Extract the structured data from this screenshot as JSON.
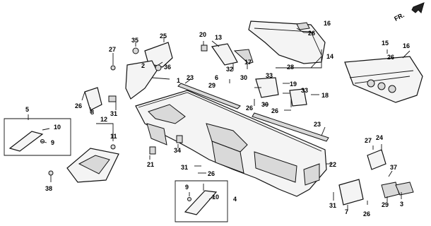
{
  "direction_indicator": "FR.",
  "callouts": {
    "c1": "1",
    "c2": "2",
    "c3": "3",
    "c4": "4",
    "c5": "5",
    "c6": "6",
    "c7": "7",
    "c8": "8",
    "c9": "9",
    "c10": "10",
    "c11": "11",
    "c12": "12",
    "c13": "13",
    "c14": "14",
    "c15": "15",
    "c16": "16",
    "c17": "17",
    "c18": "18",
    "c19": "19",
    "c20": "20",
    "c21": "21",
    "c22": "22",
    "c23": "23",
    "c24": "24",
    "c25": "25",
    "c26": "26",
    "c27": "27",
    "c28": "28",
    "c29": "29",
    "c30": "30",
    "c31": "31",
    "c32": "32",
    "c33": "33",
    "c34": "34",
    "c35": "35",
    "c36": "36",
    "c37": "37",
    "c38": "38"
  }
}
